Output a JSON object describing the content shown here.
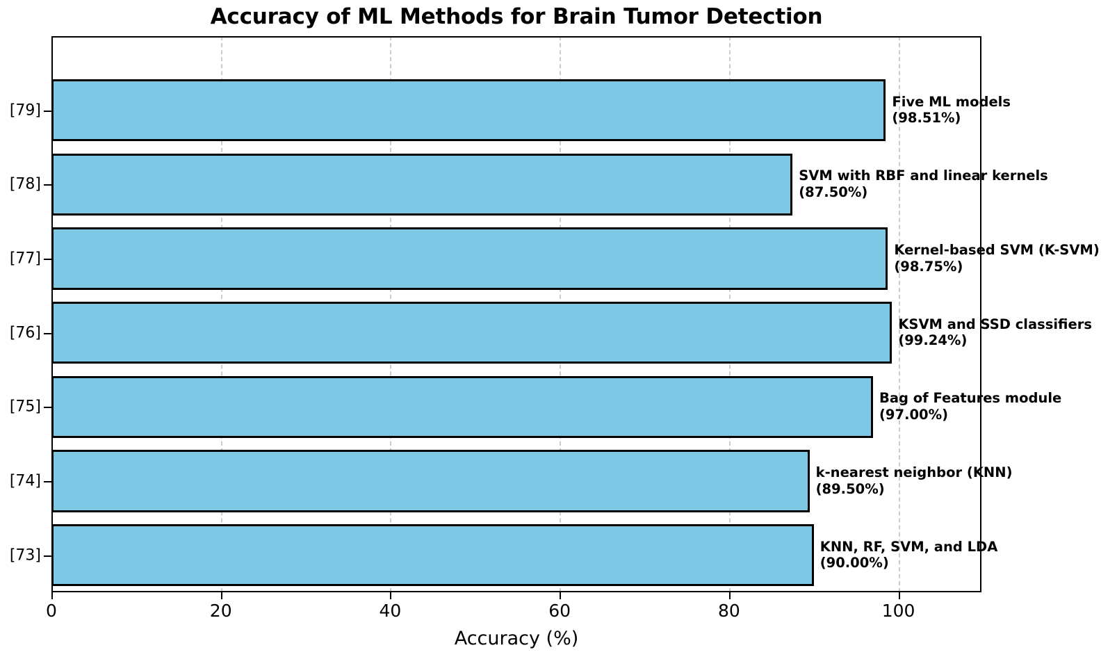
{
  "chart_data": {
    "type": "bar",
    "orientation": "horizontal",
    "title": "Accuracy of ML Methods for Brain Tumor Detection",
    "xlabel": "Accuracy (%)",
    "ylabel": "",
    "xlim": [
      0,
      109.8
    ],
    "xticks": [
      0,
      20,
      40,
      60,
      80,
      100
    ],
    "xticklabels": [
      "0",
      "20",
      "40",
      "60",
      "80",
      "100"
    ],
    "grid": "vertical-dashed",
    "legend": "none",
    "bar_color": "#7FC8E5",
    "bar_edge_color": "#000000",
    "categories": [
      "[73]",
      "[74]",
      "[75]",
      "[76]",
      "[77]",
      "[78]",
      "[79]"
    ],
    "values": [
      90.0,
      89.5,
      97.0,
      99.24,
      98.75,
      87.5,
      98.51
    ],
    "bars": [
      {
        "ytick": "[79]",
        "value": 98.51,
        "method": "Five ML models",
        "value_text": "(98.51%)"
      },
      {
        "ytick": "[78]",
        "value": 87.5,
        "method": "SVM with RBF and linear kernels",
        "value_text": "(87.50%)"
      },
      {
        "ytick": "[77]",
        "value": 98.75,
        "method": "Kernel-based SVM (K-SVM)",
        "value_text": "(98.75%)"
      },
      {
        "ytick": "[76]",
        "value": 99.24,
        "method": "KSVM and SSD classifiers",
        "value_text": "(99.24%)"
      },
      {
        "ytick": "[75]",
        "value": 97.0,
        "method": "Bag of Features module",
        "value_text": "(97.00%)"
      },
      {
        "ytick": "[74]",
        "value": 89.5,
        "method": "k-nearest neighbor (KNN)",
        "value_text": "(89.50%)"
      },
      {
        "ytick": "[73]",
        "value": 90.0,
        "method": "KNN, RF, SVM, and LDA",
        "value_text": "(90.00%)"
      }
    ]
  }
}
